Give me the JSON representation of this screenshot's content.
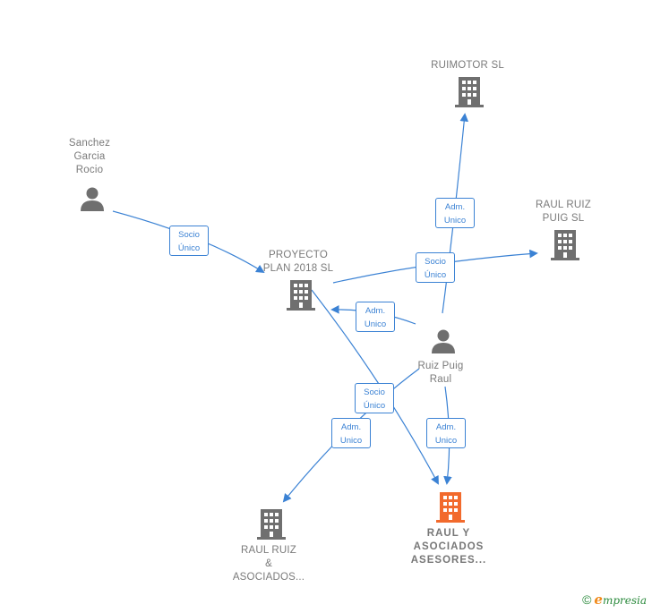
{
  "nodes": {
    "sanchez": {
      "label": "Sanchez\nGarcia\nRocio",
      "kind": "person"
    },
    "ruimotor": {
      "label": "RUIMOTOR  SL",
      "kind": "company"
    },
    "proyecto": {
      "label": "PROYECTO\nPLAN 2018 SL",
      "kind": "company"
    },
    "raul_puig": {
      "label": "RAUL RUIZ\nPUIG  SL",
      "kind": "company"
    },
    "ruiz_puig_raul": {
      "label": "Ruiz Puig\nRaul",
      "kind": "person"
    },
    "raul_asociados": {
      "label": "RAUL RUIZ\n&\nASOCIADOS...",
      "kind": "company"
    },
    "main": {
      "label": "RAUL Y\nASOCIADOS\nASESORES...",
      "kind": "company-main"
    }
  },
  "edges": {
    "e1": {
      "line1": "Socio",
      "line2": "Único"
    },
    "e2": {
      "line1": "Adm.",
      "line2": "Unico"
    },
    "e3": {
      "line1": "Socio",
      "line2": "Único"
    },
    "e4": {
      "line1": "Adm.",
      "line2": "Unico"
    },
    "e5": {
      "line1": "Socio",
      "line2": "Único"
    },
    "e6": {
      "line1": "Adm.",
      "line2": "Unico"
    },
    "e7": {
      "line1": "Adm.",
      "line2": "Unico"
    }
  },
  "colors": {
    "edge": "#3b82d4",
    "company": "#6f6f6f",
    "person": "#6f6f6f",
    "main": "#f26a2c"
  },
  "icons": {
    "company": "building-icon",
    "person": "person-icon"
  },
  "footer": {
    "copyright": "©",
    "brand_e": "e",
    "brand_rest": "mpresia"
  }
}
